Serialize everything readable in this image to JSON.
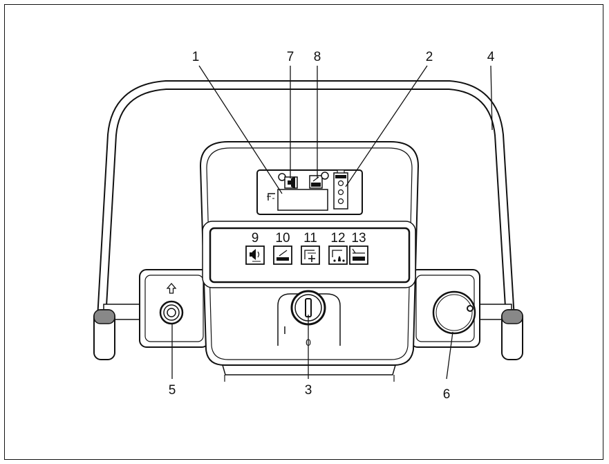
{
  "callouts": {
    "c1": "1",
    "c2": "2",
    "c3": "3",
    "c4": "4",
    "c5": "5",
    "c6": "6",
    "c7": "7",
    "c8": "8",
    "c9": "9",
    "c10": "10",
    "c11": "11",
    "c12": "12",
    "c13": "13"
  },
  "key_switch": {
    "on_mark": "I",
    "off_mark": "0"
  },
  "icons": {
    "button_9": "horn-icon",
    "button_10": "brush-pressure-icon",
    "button_11": "water-increase-icon",
    "button_12": "water-detergent-icon",
    "button_13": "brush-deck-icon",
    "indicator_7": "horn-indicator-icon",
    "indicator_8": "brush-indicator-icon",
    "display_1": "water-level-icon",
    "display_2": "battery-level-icon",
    "button_5": "up-arrow-icon",
    "knob_6": "position-dot-icon"
  }
}
